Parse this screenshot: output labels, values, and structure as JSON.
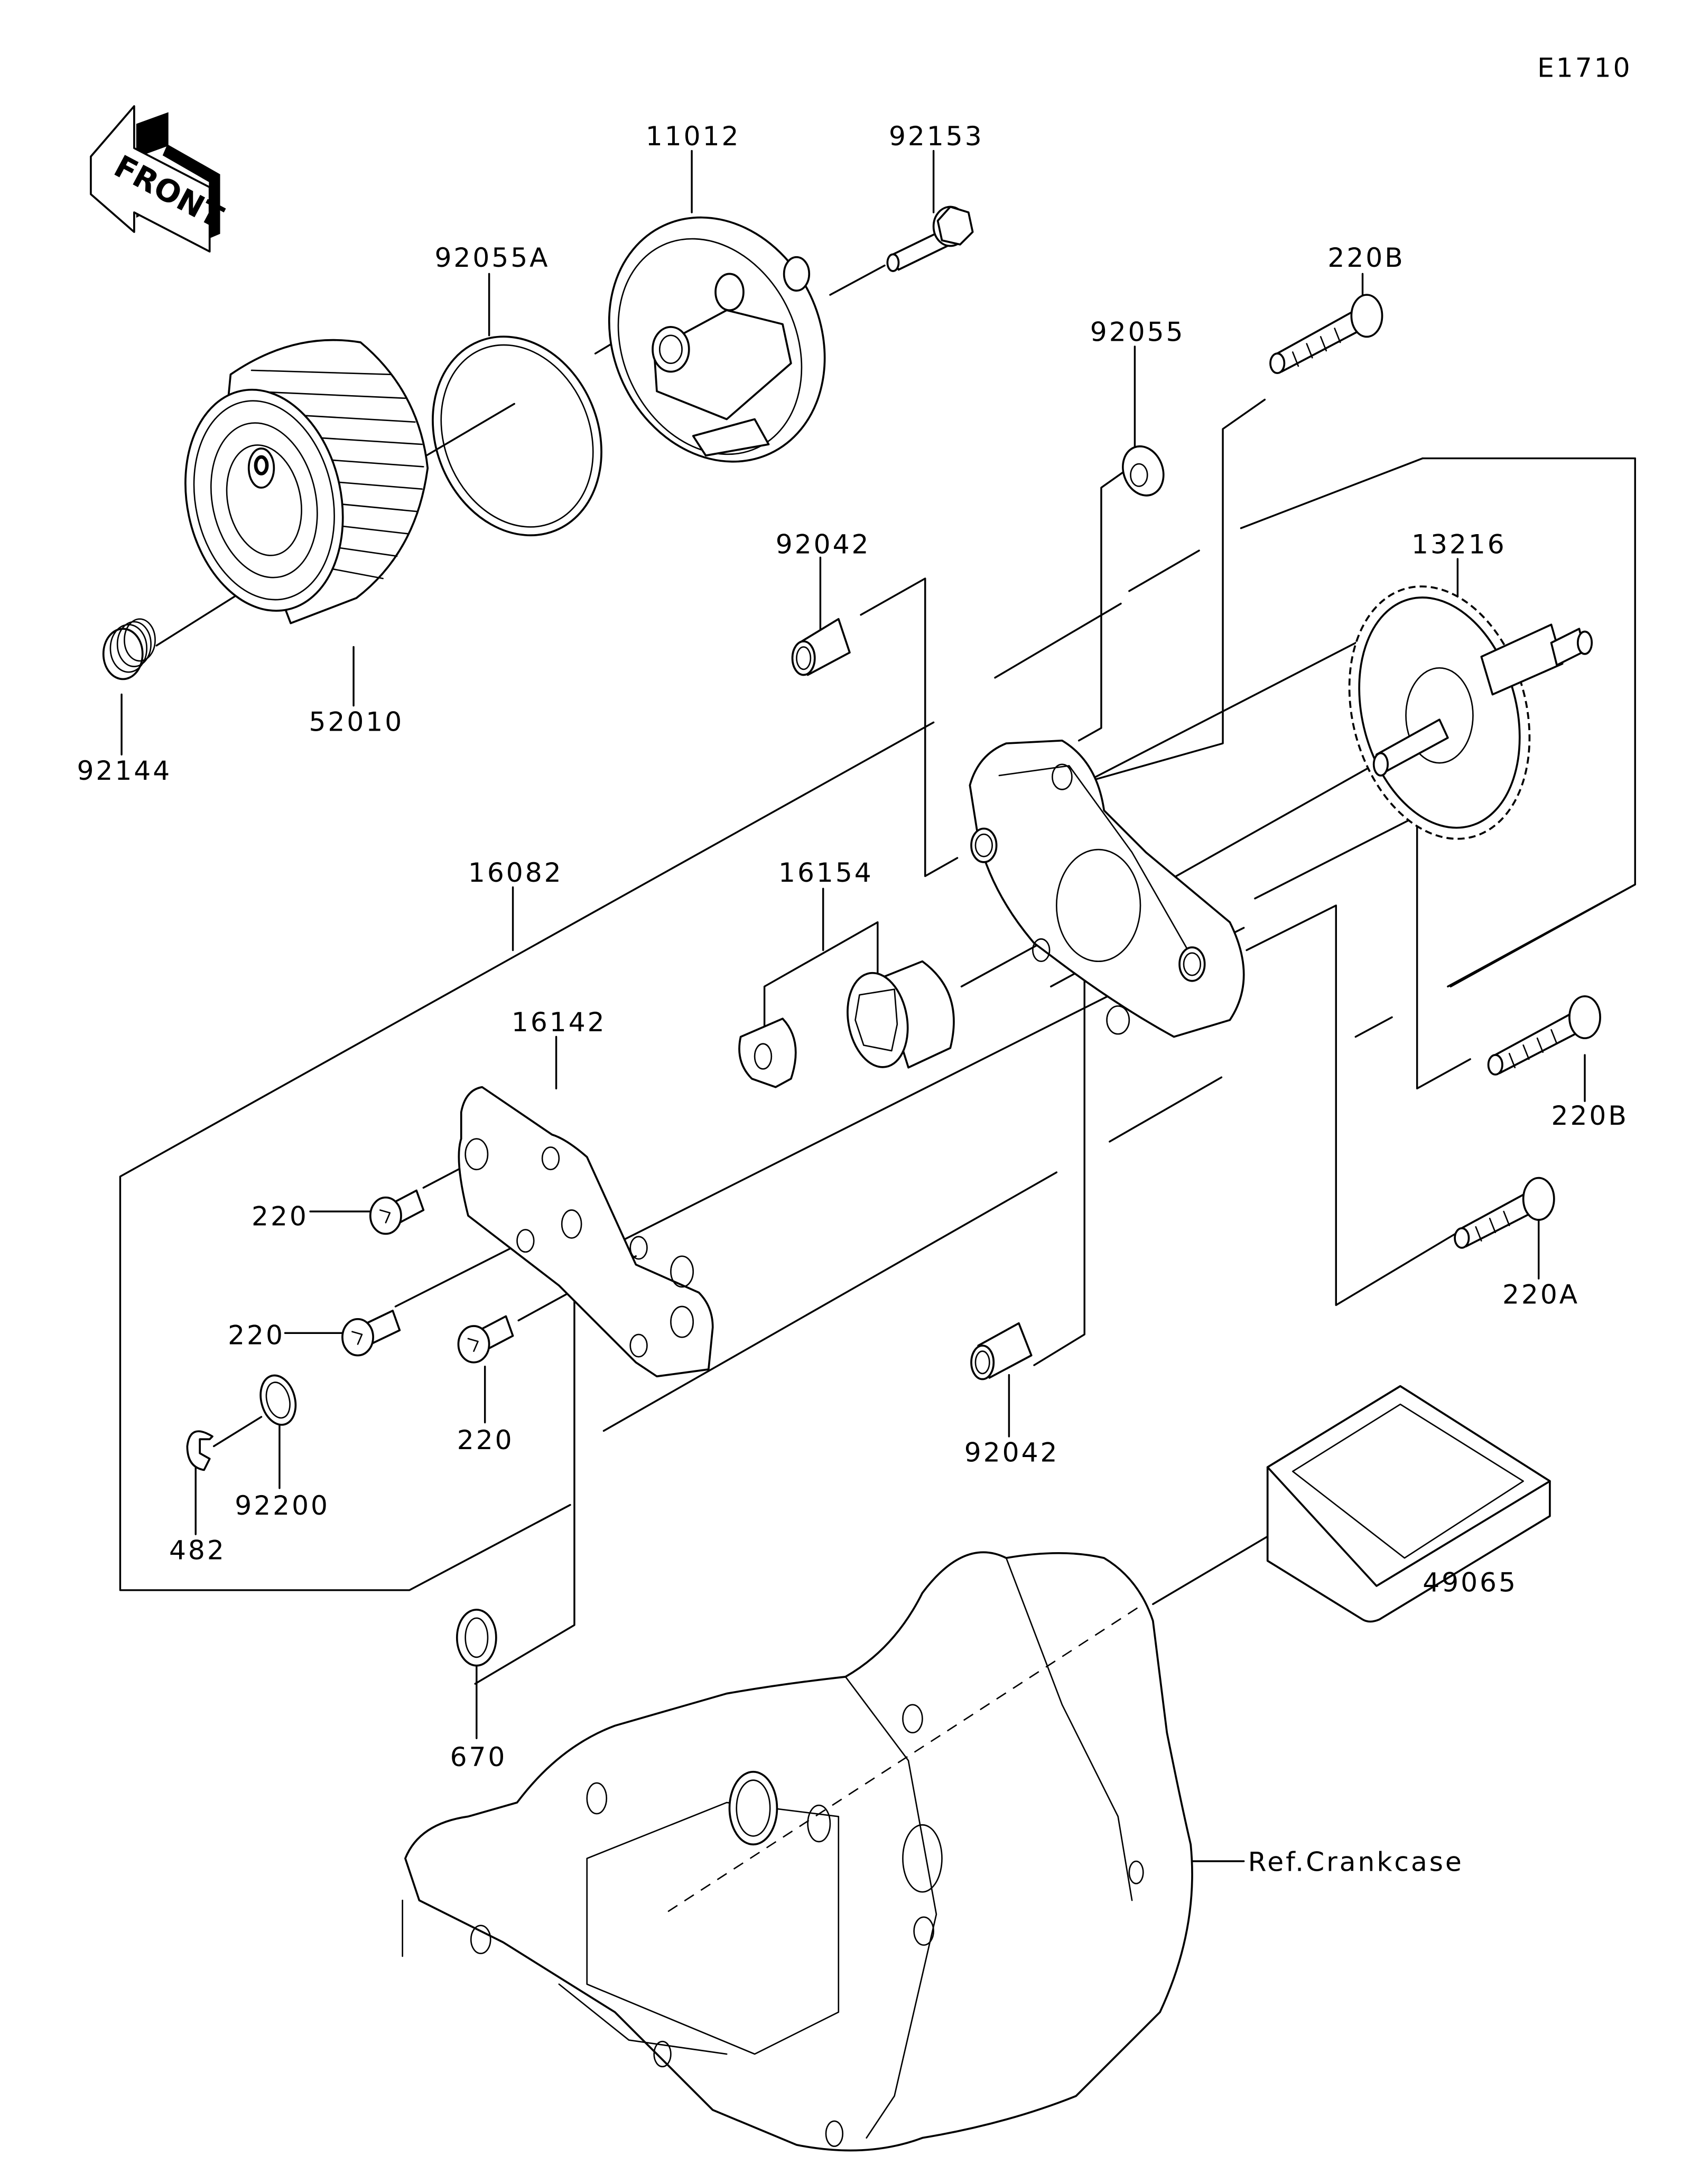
{
  "diagram": {
    "figure_code": "E1710",
    "front_indicator": "FRONT",
    "reference_note": "Ref.Crankcase",
    "parts": [
      {
        "id": "p11012",
        "number": "11012",
        "description": "oil filter cover"
      },
      {
        "id": "p92153",
        "number": "92153",
        "description": "flanged bolt"
      },
      {
        "id": "p92055A",
        "number": "92055A",
        "description": "o-ring"
      },
      {
        "id": "p220B_top",
        "number": "220B",
        "description": "bolt"
      },
      {
        "id": "p92055",
        "number": "92055",
        "description": "o-ring / washer"
      },
      {
        "id": "p92042_top",
        "number": "92042",
        "description": "dowel pin"
      },
      {
        "id": "p13216",
        "number": "13216",
        "description": "oil pump gear with shaft"
      },
      {
        "id": "p52010",
        "number": "52010",
        "description": "oil filter element"
      },
      {
        "id": "p92144",
        "number": "92144",
        "description": "spring"
      },
      {
        "id": "p16082",
        "number": "16082",
        "description": "oil pump assembly"
      },
      {
        "id": "p16154",
        "number": "16154",
        "description": "rotor set"
      },
      {
        "id": "p16142",
        "number": "16142",
        "description": "pump cover plate"
      },
      {
        "id": "p220B_right",
        "number": "220B",
        "description": "bolt"
      },
      {
        "id": "p220_a",
        "number": "220",
        "description": "screw"
      },
      {
        "id": "p220A",
        "number": "220A",
        "description": "bolt"
      },
      {
        "id": "p220_b",
        "number": "220",
        "description": "screw"
      },
      {
        "id": "p92042_bottom",
        "number": "92042",
        "description": "dowel pin"
      },
      {
        "id": "p220_c",
        "number": "220",
        "description": "screw"
      },
      {
        "id": "p92200",
        "number": "92200",
        "description": "washer"
      },
      {
        "id": "p482",
        "number": "482",
        "description": "circlip"
      },
      {
        "id": "p49065",
        "number": "49065",
        "description": "oil screen"
      },
      {
        "id": "p670",
        "number": "670",
        "description": "o-ring"
      }
    ]
  }
}
